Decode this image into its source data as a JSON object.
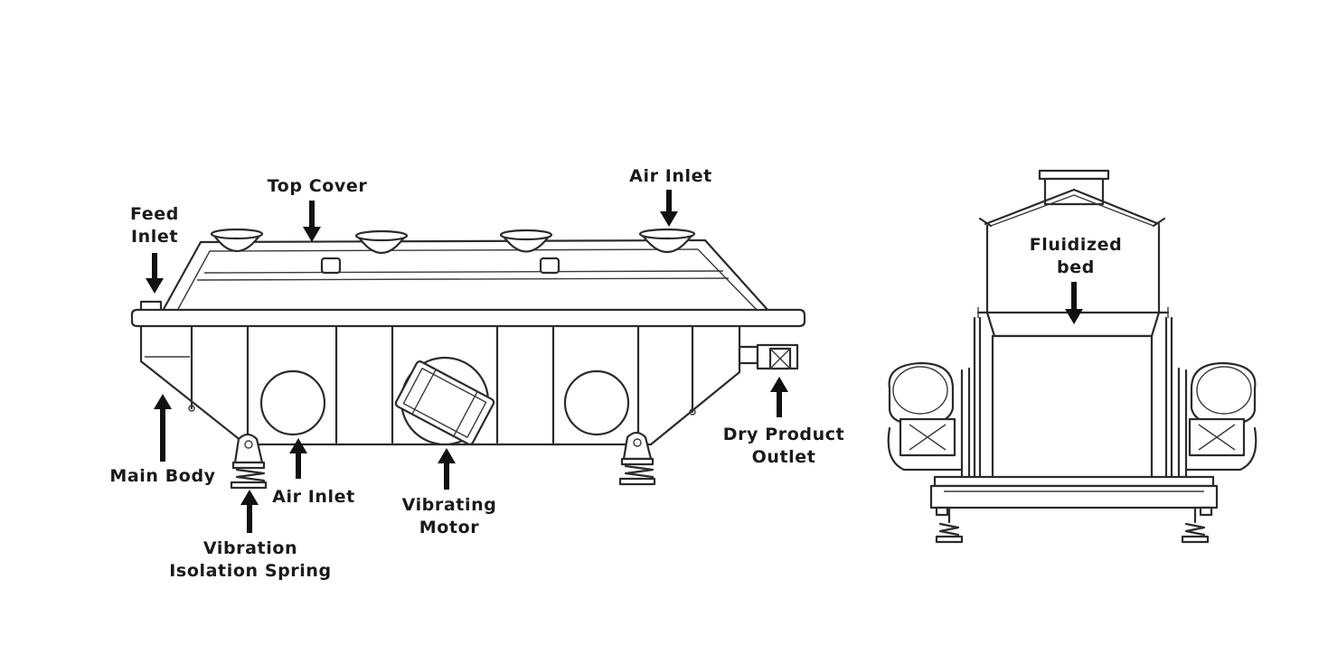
{
  "labels": {
    "top_cover": "Top Cover",
    "air_inlet_top": "Air Inlet",
    "feed_inlet": [
      "Feed",
      "Inlet"
    ],
    "main_body": "Main Body",
    "air_inlet_bottom": "Air Inlet",
    "vibration_isolation_spring": [
      "Vibration",
      "Isolation Spring"
    ],
    "vibrating_motor": [
      "Vibrating",
      "Motor"
    ],
    "dry_product_outlet": [
      "Dry Product",
      "Outlet"
    ],
    "fluidized_bed": [
      "Fluidized",
      "bed"
    ]
  }
}
